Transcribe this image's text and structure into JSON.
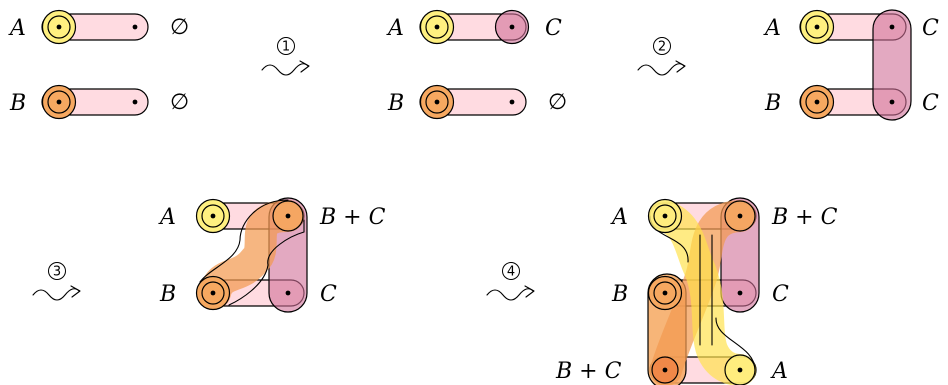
{
  "labels": {
    "a": "A",
    "b": "B",
    "c": "C",
    "b_plus_c": "B + C",
    "empty": "∅"
  },
  "steps": [
    "①",
    "②",
    "③",
    "④"
  ],
  "colors": {
    "pink": "#ffd9df",
    "magenta": "#d07098",
    "yellow": "#fff080",
    "orange": "#f6a860"
  }
}
